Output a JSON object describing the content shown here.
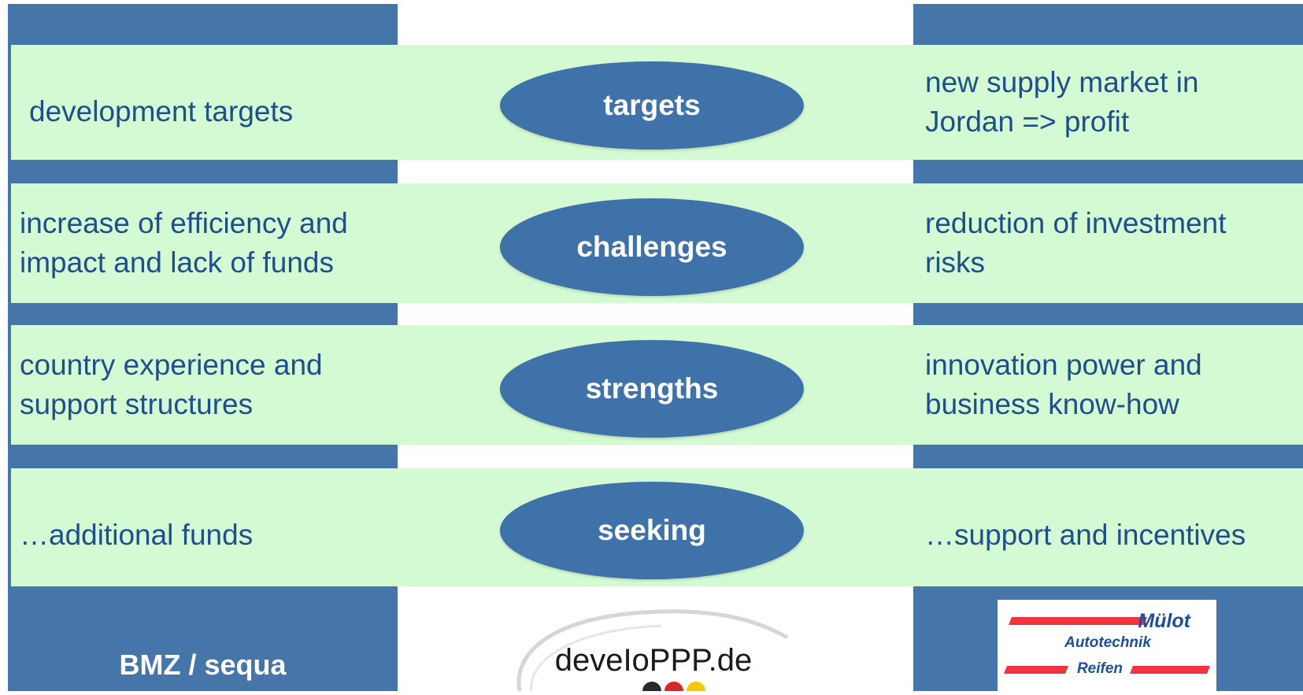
{
  "colors": {
    "column_blue": "#4675aa",
    "band_green": "#d4fad4",
    "text_blue": "#1f4e8c",
    "ellipse_blue": "#3f72a8",
    "logo_red": "#ef3340",
    "logo_blue": "#1a4fa0"
  },
  "rows": [
    {
      "center": "targets",
      "left": "development targets",
      "right": "new supply market in Jordan => profit"
    },
    {
      "center": "challenges",
      "left": "increase of efficiency and impact and lack of funds",
      "right": "reduction of investment risks"
    },
    {
      "center": "strengths",
      "left": "country experience and support structures",
      "right": "innovation power and business know-how"
    },
    {
      "center": "seeking",
      "left": "…additional funds",
      "right": "…support and incentives"
    }
  ],
  "footer": {
    "left_label": "BMZ / sequa",
    "center_logo_text": "deveIoPPP.de",
    "right_logo": {
      "brand": "Mülot",
      "line2": "Autotechnik",
      "line3": "Reifen"
    }
  }
}
